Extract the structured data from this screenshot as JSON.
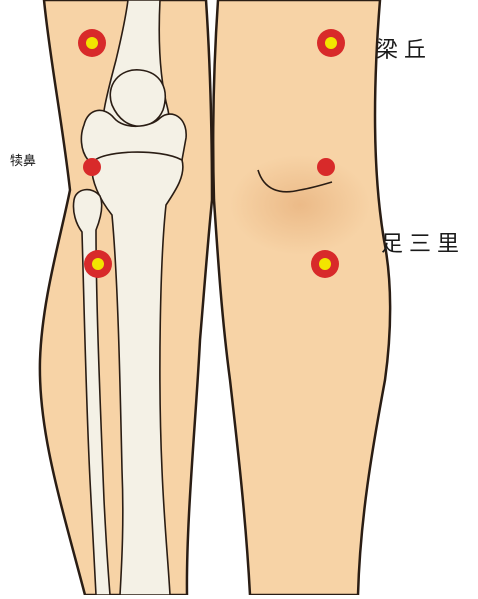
{
  "labels": {
    "dubi": "犊鼻",
    "liangqiu": "梁丘",
    "zusanli": "足三里"
  },
  "colors": {
    "skin": "#f7d3a6",
    "skin_dark": "#e9b47f",
    "bone": "#f4f1e6",
    "outline": "#2a1d14",
    "point_ring": "#d82a2a",
    "point_center": "#f2e500"
  },
  "points": [
    {
      "name": "liangqiu-left-point",
      "style": "ring"
    },
    {
      "name": "dubi-point",
      "style": "solid"
    },
    {
      "name": "zusanli-left-point",
      "style": "ring"
    },
    {
      "name": "liangqiu-right-point",
      "style": "ring"
    },
    {
      "name": "dubi-right-point",
      "style": "solid"
    },
    {
      "name": "zusanli-right-point",
      "style": "ring"
    }
  ]
}
